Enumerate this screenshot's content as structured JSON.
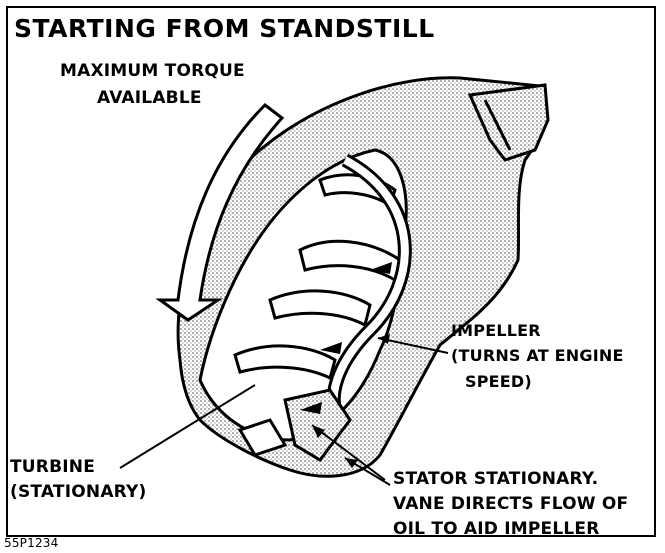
{
  "title": "STARTING FROM STANDSTILL",
  "rotation_note": {
    "line1": "MAXIMUM TORQUE",
    "line2": "AVAILABLE"
  },
  "impeller": {
    "line1": "IMPELLER",
    "line2": "(TURNS AT ENGINE",
    "line3": "SPEED)"
  },
  "turbine": {
    "line1": "TURBINE",
    "line2": "(STATIONARY)"
  },
  "stator": {
    "line1": "STATOR STATIONARY.",
    "line2": "VANE DIRECTS FLOW OF",
    "line3": "OIL TO AID IMPELLER"
  },
  "figure_code": "55P1234"
}
